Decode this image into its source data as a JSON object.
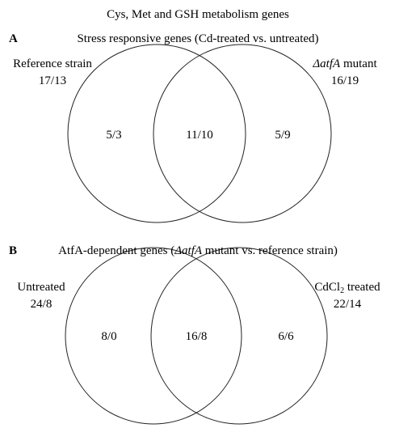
{
  "title": "Cys, Met and GSH metabolism  genes",
  "panels": [
    {
      "letter": "A",
      "heading": "Stress responsive genes (Cd-treated vs. untreated)",
      "left_set": {
        "label": "Reference strain",
        "count": "17/13"
      },
      "right_set": {
        "label_italic": "ΔatfA",
        "label_rest": " mutant",
        "count": "16/19"
      },
      "regions": {
        "left_only": "5/3",
        "overlap": "11/10",
        "right_only": "5/9"
      }
    },
    {
      "letter": "B",
      "heading_pre": "AtfA-dependent genes (",
      "heading_italic": "ΔatfA",
      "heading_post": " mutant vs. reference strain)",
      "left_set": {
        "label": "Untreated",
        "count": "24/8"
      },
      "right_set": {
        "label_main": "CdCl",
        "label_sub": "2",
        "label_rest": " treated",
        "count": "22/14"
      },
      "regions": {
        "left_only": "8/0",
        "overlap": "16/8",
        "right_only": "6/6"
      }
    }
  ]
}
